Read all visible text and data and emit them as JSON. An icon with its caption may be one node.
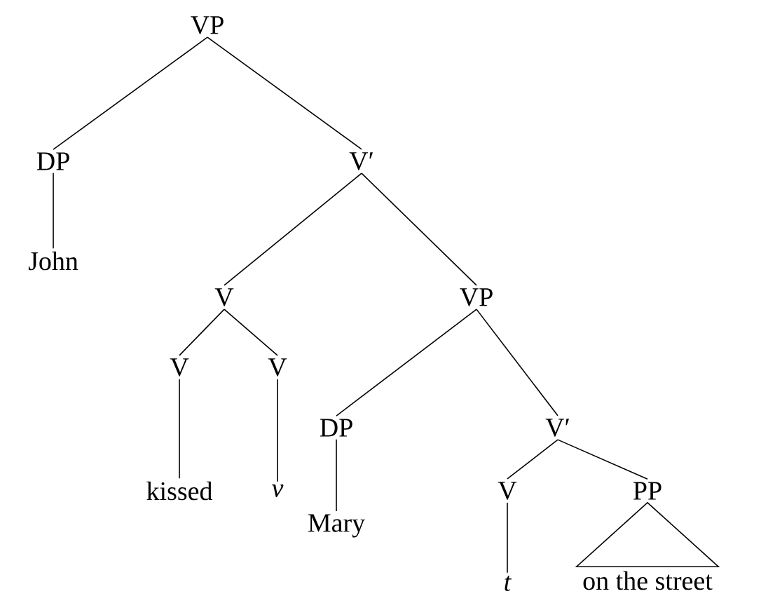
{
  "diagram": {
    "nodes": [
      {
        "text": [
          "VP"
        ]
      },
      {
        "text": [
          "DP"
        ]
      },
      {
        "text": [
          "V′"
        ]
      },
      {
        "text": [
          "John"
        ]
      },
      {
        "text": [
          "V"
        ]
      },
      {
        "text": [
          "VP"
        ]
      },
      {
        "text": [
          "V"
        ]
      },
      {
        "text": [
          "V"
        ]
      },
      {
        "text": [
          "DP"
        ]
      },
      {
        "text": [
          "V′"
        ]
      },
      {
        "text": [
          "kissed"
        ]
      },
      {
        "text": [
          "v"
        ]
      },
      {
        "text": [
          "Mary"
        ]
      },
      {
        "text": [
          "V"
        ]
      },
      {
        "text": [
          "PP"
        ]
      },
      {
        "text": [
          "t"
        ]
      },
      {
        "text": [
          "on the street"
        ]
      }
    ],
    "edges": [
      {
        "from": 0,
        "to": 1,
        "arrow": "none"
      },
      {
        "from": 0,
        "to": 2,
        "arrow": "none"
      },
      {
        "from": 1,
        "to": 3,
        "arrow": "none"
      },
      {
        "from": 2,
        "to": 4,
        "arrow": "none"
      },
      {
        "from": 2,
        "to": 5,
        "arrow": "none"
      },
      {
        "from": 4,
        "to": 6,
        "arrow": "none"
      },
      {
        "from": 4,
        "to": 7,
        "arrow": "none"
      },
      {
        "from": 6,
        "to": 10,
        "arrow": "none"
      },
      {
        "from": 7,
        "to": 11,
        "arrow": "none"
      },
      {
        "from": 5,
        "to": 8,
        "arrow": "none"
      },
      {
        "from": 5,
        "to": 9,
        "arrow": "none"
      },
      {
        "from": 8,
        "to": 12,
        "arrow": "none"
      },
      {
        "from": 9,
        "to": 13,
        "arrow": "none"
      },
      {
        "from": 9,
        "to": 14,
        "arrow": "none"
      },
      {
        "from": 13,
        "to": 15,
        "arrow": "none"
      },
      {
        "from": 14,
        "to": 16,
        "arrow": "none"
      }
    ]
  }
}
